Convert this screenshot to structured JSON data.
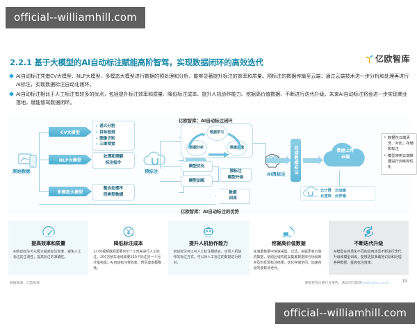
{
  "watermarks": {
    "top": "official--williamhill.com",
    "bottom": "official--williamhill.com"
  },
  "slide": {
    "title_number": "2.2.1",
    "title": "2.2.1 基于大模型的AI自动标注赋能高阶智驾，实现数据闭环的高效迭代",
    "logo_text": "亿欧智库",
    "bullets": [
      "AI自动标注凭借CV大模型、NLP大模型、多模态大模型进行数据的预处理和分析，能够显著提升标注的效率和质量。预标注的数据传输至云端，通过云端技术进一步分析和处理再进行AI标注，实现数据标注自动化闭环。",
      "AI自动标注相比于人工标注有较多的优点，包括提升标注效率和质量、降低标注成本、提升人机协作能力、挖掘高价值数据、不断进行迭代升级。未来AI自动标注将会进一步实现商业落地，赋能智驾数据闭环。"
    ],
    "diagram": {
      "caption_loop": "亿欧智库：AI自动标注闭环",
      "caption_advantage": "亿欧智库：AI自动标注的优势",
      "source_data_label": "原始数据",
      "model_chips": [
        "CV大模型",
        "NLP大模型",
        "多模态大模型"
      ],
      "cv_capabilities": [
        "语义分割",
        "目标检测",
        "图像识别",
        "三维视觉"
      ],
      "nlp_capability": "处理和理解\n标注指令",
      "mm_capability": "整合处理不\n同类型数据",
      "prelabel_label": "预标注",
      "loop_nodes": [
        "数据学习",
        "数据分析",
        "数据处理"
      ],
      "model_optimize": "模型优化",
      "model_train": "模型训练",
      "prelabel_upgrade": "预标注\n模型升级",
      "data_backflow": "数据\n回流",
      "ai_relabel_label": "AI再标注",
      "completed_label": "完成数据标注",
      "cloud_upload_label": "数据上传\n云端",
      "cloud_services": [
        "云计算",
        "云运输",
        "云渲染",
        "云存储"
      ],
      "cloud_notes": [
        "数据在云端清洗、对比、存储和标注",
        "模型使用云端数据进行训练和优化"
      ]
    },
    "advantage_cards": [
      {
        "icon": "gauge-icon",
        "title": "提高效率和质量",
        "desc": "AI自动标注可以极大提高标注效率，避免人工标注的主观性，提高标注的准确性。",
        "bg": "#eff8fb"
      },
      {
        "icon": "yen-arrow-icon",
        "title": "降低标注成本",
        "desc": "1小时视频数据需要800个工时来进行人工标注，200万帧车道线需要250个标注员一个月才能完成。AI自动标注将效率、时间成本都降低。",
        "bg": "#ffffff"
      },
      {
        "icon": "robot-icon",
        "title": "提升人机协作能力",
        "desc": "自动标注可以与人工标注相结合，实现人机协作的标注方式，可以对人工标注的数据进行校对。",
        "bg": "#eff8fb"
      },
      {
        "icon": "excavator-icon",
        "title": "挖掘高价值数据",
        "desc": "在海量数据中快速采集、过滤、挖掘更有价值的数据，帮助区域构建采集置数据库与场景库并及时反馈标注结果，优化存储空间，加速自动驾驶算法迭代。",
        "bg": "#ffffff"
      },
      {
        "icon": "refresh-cube-icon",
        "title": "不断迭代升级",
        "desc": "AI模型在商场化不同的应用还需不断进行迭代升级和模型训练，能够更加准确地识别和处理各种数据，提高标注效率。",
        "bg": "#e9eaec"
      }
    ],
    "footer": {
      "source": "数据来源：亿欧智库",
      "note_prefix": "获取更多优质行业报告，请访问亿欧网",
      "note_link": "(www.iyiou.com)",
      "page_number": "19"
    }
  },
  "colors": {
    "accent": "#2aa8d8",
    "title": "#1b8aa8",
    "node_border": "#bcdce9",
    "chip_fill": "#4aaed1"
  }
}
